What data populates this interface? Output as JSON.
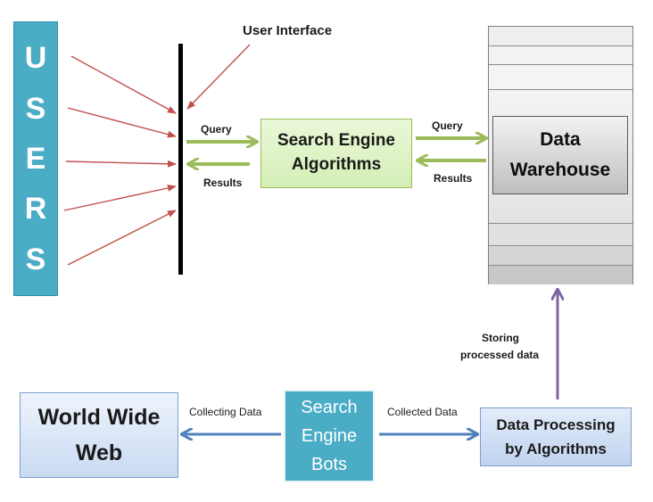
{
  "users": {
    "letters": [
      "U",
      "S",
      "E",
      "R",
      "S"
    ]
  },
  "user_interface_label": "User Interface",
  "search_engine_algorithms": {
    "line1": "Search Engine",
    "line2": "Algorithms"
  },
  "data_warehouse": {
    "line1": "Data",
    "line2": "Warehouse"
  },
  "world_wide_web": {
    "line1": "World Wide",
    "line2": "Web"
  },
  "search_engine_bots": {
    "line1": "Search",
    "line2": "Engine",
    "line3": "Bots"
  },
  "data_processing": {
    "line1": "Data Processing",
    "line2": "by Algorithms"
  },
  "edges": {
    "query_ui_to_algorithms": "Query",
    "results_algorithms_to_ui": "Results",
    "query_algorithms_to_warehouse": "Query",
    "results_warehouse_to_algorithms": "Results",
    "collecting_data": "Collecting  Data",
    "collected_data": "Collected  Data",
    "storing_line1": "Storing",
    "storing_line2": "processed data"
  },
  "colors": {
    "users_box": "#4bacc6",
    "user_arrows": "#c0504d",
    "query_result_arrows": "#9bbb59",
    "crawl_arrows": "#4f81bd",
    "storing_arrow": "#8064a2"
  }
}
